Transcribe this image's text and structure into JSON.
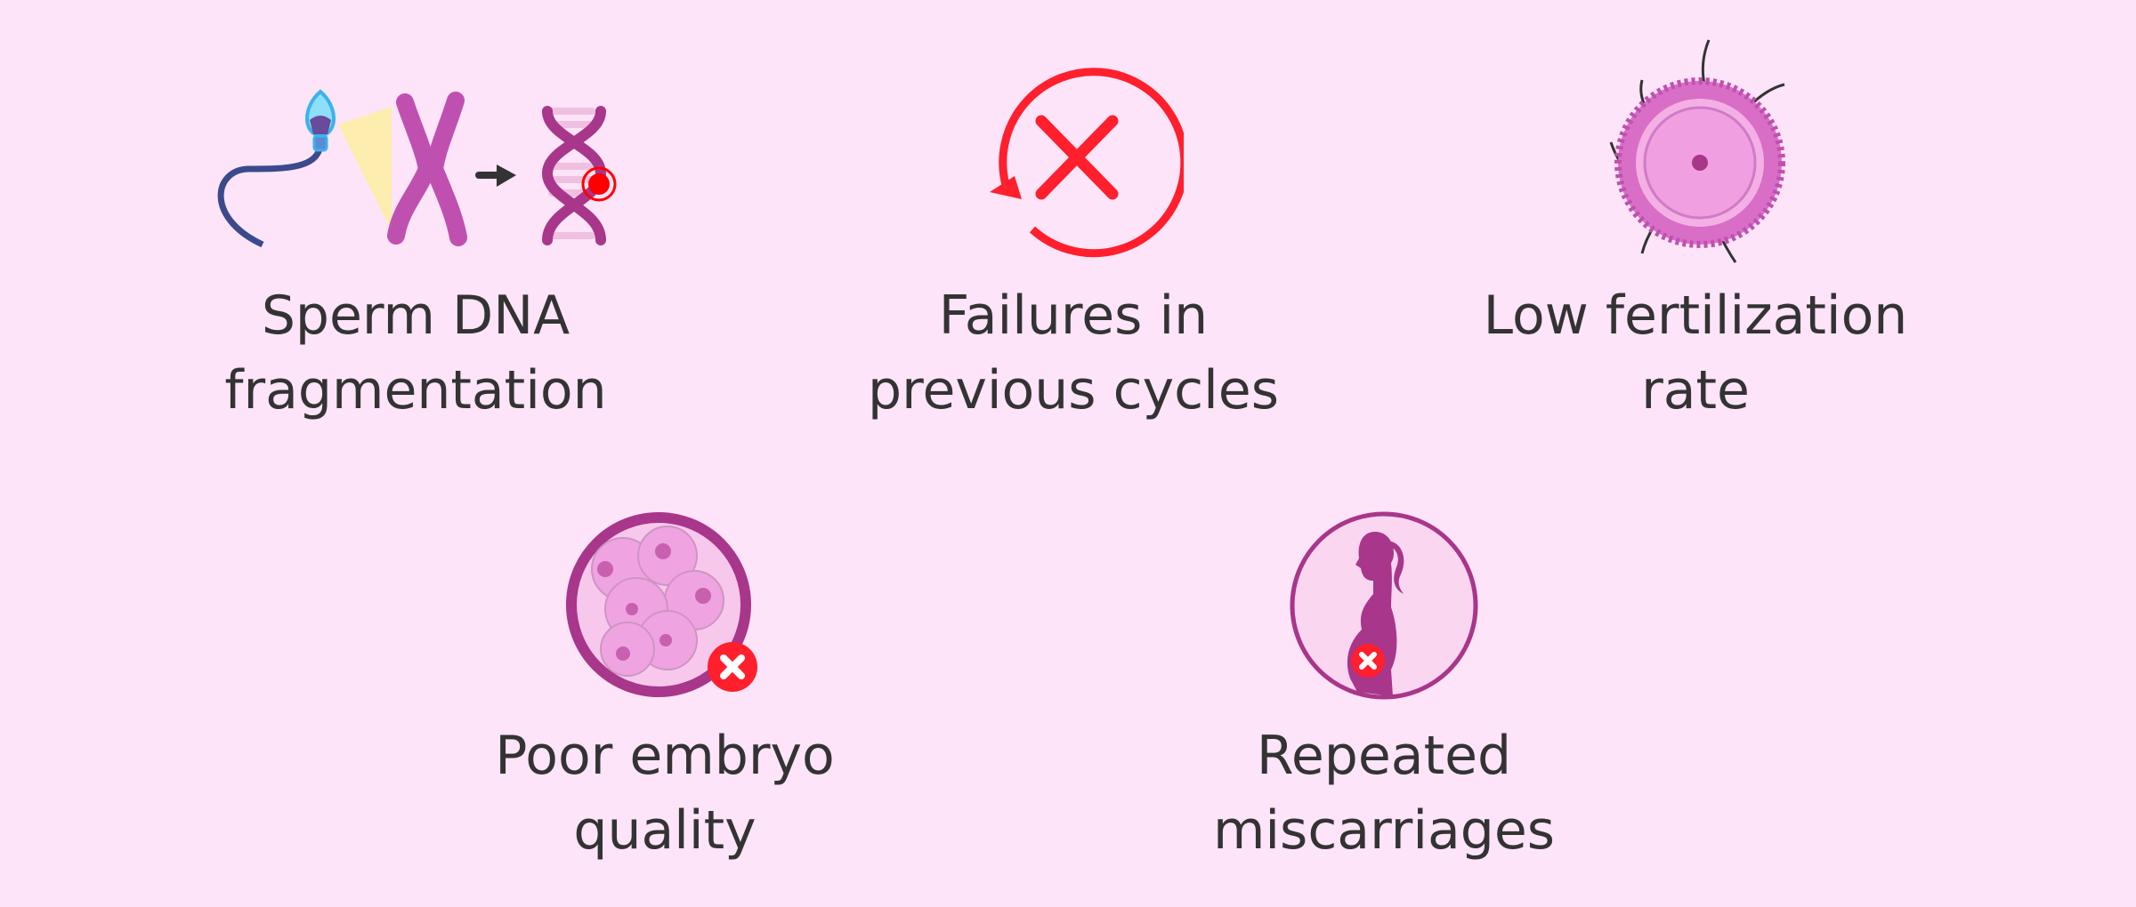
{
  "colors": {
    "background": "#fde4f8",
    "purple": "#a8368a",
    "red": "#ff1f2d",
    "text": "#333333"
  },
  "items": [
    {
      "icon": "sperm-dna-fragmentation-icon",
      "line1": "Sperm DNA",
      "line2": "fragmentation"
    },
    {
      "icon": "failure-cycle-icon",
      "line1": "Failures in",
      "line2": "previous cycles"
    },
    {
      "icon": "egg-fertilization-icon",
      "line1": "Low fertilization",
      "line2": "rate"
    },
    {
      "icon": "embryo-quality-icon",
      "line1": "Poor embryo",
      "line2": "quality"
    },
    {
      "icon": "pregnant-woman-icon",
      "line1": "Repeated",
      "line2": "miscarriages"
    }
  ]
}
